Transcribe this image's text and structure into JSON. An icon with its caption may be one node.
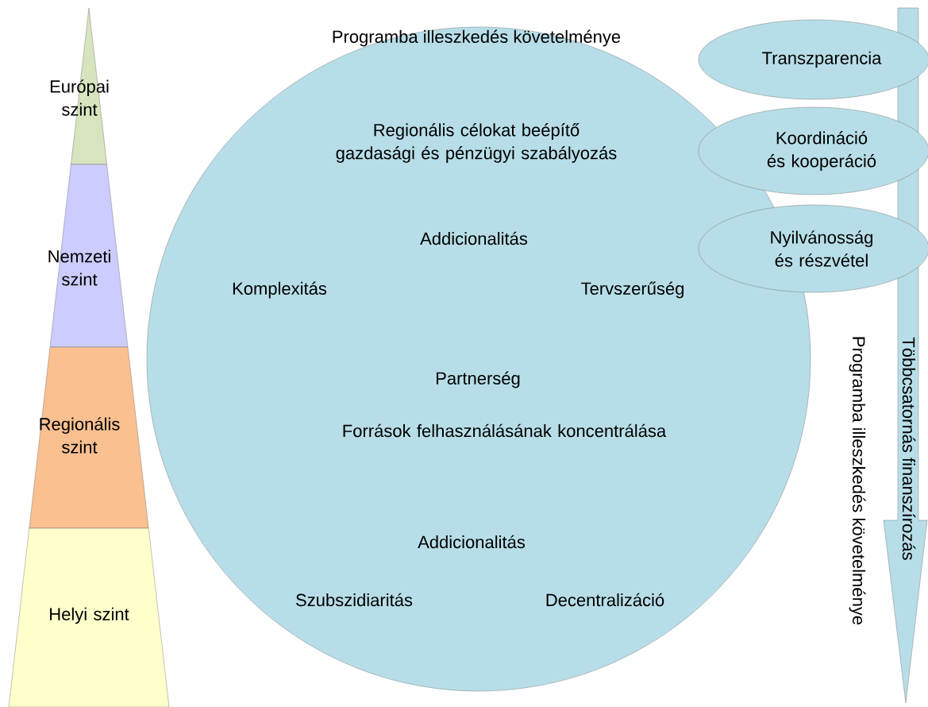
{
  "diagram": {
    "nodes": [
      {
        "text": [
          "Európai szint"
        ]
      },
      {
        "text": [
          "Nemzeti szint"
        ]
      },
      {
        "text": [
          "Regionális szint"
        ]
      },
      {
        "text": [
          "Helyi szint"
        ]
      },
      {
        "text": [
          "Regionális célokat beépítő gazdasági és pénzügyi szabályozás",
          "Addicionalitás",
          "Komplexitás",
          "Tervszerűség",
          "Partnerség",
          "Források felhasználásának koncentrálása",
          "Addicionalitás",
          "Szubszidiaritás",
          "Decentralizáció"
        ]
      },
      {
        "text": [
          "Transzparencia"
        ]
      },
      {
        "text": [
          "Koordináció és kooperáció"
        ]
      },
      {
        "text": [
          "Nyilvánosság és részvétel"
        ]
      },
      {
        "text": [
          "Többcsatornás finanszírozás"
        ]
      }
    ],
    "labels": [
      "Programba illeszkedés követelménye",
      "Programba illeszkedés követelménye"
    ]
  }
}
